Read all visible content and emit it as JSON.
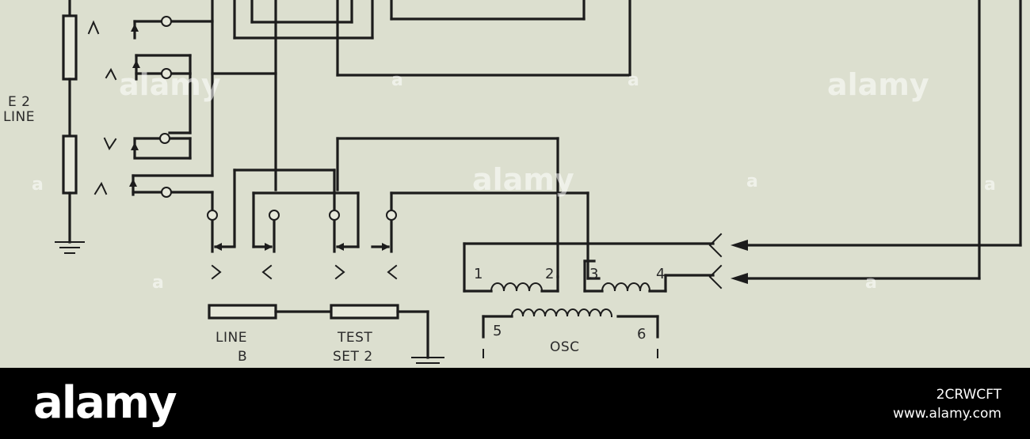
{
  "labels": {
    "e2_line_1": "E 2",
    "e2_line_2": "LINE",
    "line_b_1": "LINE",
    "line_b_2": "B",
    "test_set_1": "TEST",
    "test_set_2": "SET 2",
    "osc": "OSC"
  },
  "terminals": {
    "t1": "1",
    "t2": "2",
    "t3": "3",
    "t4": "4",
    "t5": "5",
    "t6": "6"
  },
  "watermark": {
    "text": "alamy",
    "small": "a"
  },
  "footer": {
    "logo": "alamy",
    "image_id": "2CRWCFT",
    "url": "www.alamy.com"
  },
  "colors": {
    "background": "#dcdfcf",
    "ink": "#1c1c1c",
    "footer": "#000000"
  }
}
